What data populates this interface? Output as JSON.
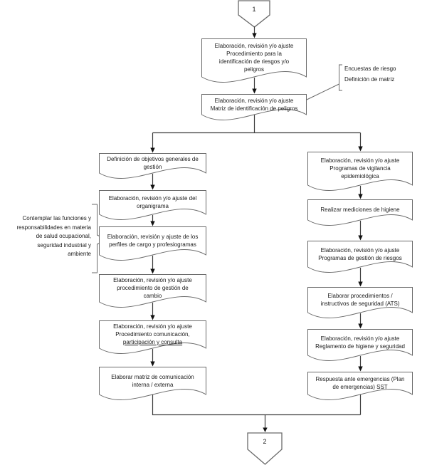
{
  "diagram": {
    "connector_top": {
      "label": "1"
    },
    "connector_bottom": {
      "label": "2"
    },
    "top_column": {
      "proc_identificacion": "Elaboración, revisión y/o ajuste\nProcedimiento para la\nidentificación de riesgos y/o\npeligros",
      "matriz_peligros": "Elaboración, revisión y/o ajuste\nMatriz de identificación de peligros"
    },
    "callout_encuestas": "Encuestas de riesgo\nDefinición de matriz",
    "callout_contemplar": "Contemplar las funciones y\nresponsabilidades en materia\nde salud ocupacional,\nseguridad industrial y\nambiente",
    "left_column": {
      "objetivos": "Definición de objetivos generales de\ngestión",
      "organigrama": "Elaboración, revisión y/o ajuste del\norganigrama",
      "perfiles": "Elaboración, revisión y ajuste de los\nperfiles de cargo y profesiogramas",
      "gestion_cambio": "Elaboración, revisión y/o ajuste\nprocedimiento de gestión de\ncambio",
      "comunicacion_lineas12": "Elaboración, revisión y/o ajuste\nProcedimiento comunicación,",
      "comunicacion_linea3": "participación y consulta",
      "matriz_comunicacion": "Elaborar matriz de comunicación\ninterna / externa"
    },
    "right_column": {
      "vigilancia": "Elaboración, revisión y/o ajuste\nProgramas de vigilancia\nepidemiológica",
      "mediciones": "Realizar mediciones de higiene",
      "gestion_riesgos": "Elaboración, revisión y/o ajuste\nProgramas de gestión de riesgos",
      "procedimientos_ats": "Elaborar procedimientos /\ninstructivos de seguridad (ATS)",
      "reglamento": "Elaboración, revisión y/o ajuste\nReglamento de higiene y seguridad",
      "emergencias": "Respuesta ante emergencias (Plan\nde emergencias) SST"
    },
    "colors": {
      "background": "#ffffff",
      "shape_fill": "#ffffff",
      "shape_stroke": "#6a6a6a",
      "connector_line": "#3c3c3c",
      "arrowhead": "#111111",
      "text": "#1a1a1a"
    }
  }
}
